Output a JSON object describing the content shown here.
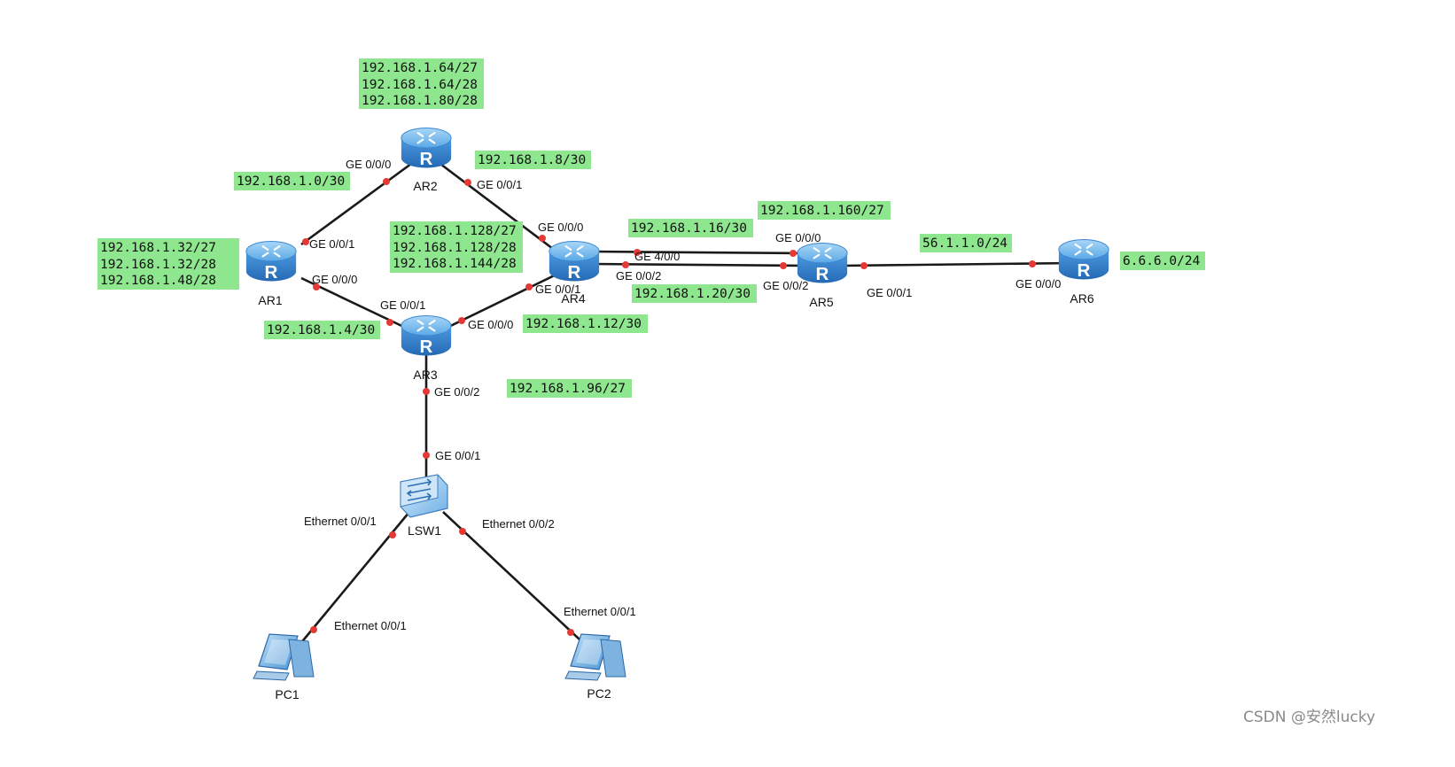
{
  "devices": {
    "ar1": {
      "label": "AR1",
      "type": "router-icon"
    },
    "ar2": {
      "label": "AR2",
      "type": "router-icon"
    },
    "ar3": {
      "label": "AR3",
      "type": "router-icon"
    },
    "ar4": {
      "label": "AR4",
      "type": "router-icon"
    },
    "ar5": {
      "label": "AR5",
      "type": "router-icon"
    },
    "ar6": {
      "label": "AR6",
      "type": "router-icon"
    },
    "lsw1": {
      "label": "LSW1",
      "type": "switch-icon"
    },
    "pc1": {
      "label": "PC1",
      "type": "pc-icon"
    },
    "pc2": {
      "label": "PC2",
      "type": "pc-icon"
    }
  },
  "ports": {
    "ar2_ge000": "GE 0/0/0",
    "ar2_ge001": "GE 0/0/1",
    "ar1_ge001": "GE 0/0/1",
    "ar1_ge000": "GE 0/0/0",
    "ar3_ge001": "GE 0/0/1",
    "ar3_ge000": "GE 0/0/0",
    "ar3_ge002": "GE 0/0/2",
    "ar4_ge000": "GE 0/0/0",
    "ar4_ge001": "GE 0/0/1",
    "ar4_ge400": "GE 4/0/0",
    "ar4_ge002": "GE 0/0/2",
    "ar5_ge000": "GE 0/0/0",
    "ar5_ge002": "GE 0/0/2",
    "ar5_ge001": "GE 0/0/1",
    "ar6_ge000": "GE 0/0/0",
    "lsw1_ge001": "GE 0/0/1",
    "lsw1_eth001": "Ethernet 0/0/1",
    "lsw1_eth002": "Ethernet 0/0/2",
    "pc1_eth001": "Ethernet 0/0/1",
    "pc2_eth001": "Ethernet 0/0/1"
  },
  "subnets": {
    "ar2_lan": [
      "192.168.1.64/27",
      "192.168.1.64/28",
      "192.168.1.80/28"
    ],
    "ar1_ar2": [
      "192.168.1.0/30"
    ],
    "ar2_ar4": [
      "192.168.1.8/30"
    ],
    "ar1_lan": [
      "192.168.1.32/27",
      "192.168.1.32/28",
      "192.168.1.48/28"
    ],
    "ar4_lan": [
      "192.168.1.128/27",
      "192.168.1.128/28",
      "192.168.1.144/28"
    ],
    "ar4_ar5_a": [
      "192.168.1.16/30"
    ],
    "ar5_lan": [
      "192.168.1.160/27"
    ],
    "ar4_ar5_b": [
      "192.168.1.20/30"
    ],
    "ar5_ar6": [
      "56.1.1.0/24"
    ],
    "ar6_lan": [
      "6.6.6.0/24"
    ],
    "ar1_ar3": [
      "192.168.1.4/30"
    ],
    "ar3_ar4": [
      "192.168.1.12/30"
    ],
    "ar3_lan": [
      "192.168.1.96/27"
    ]
  },
  "watermark": "CSDN @安然lucky",
  "colors": {
    "subnet_highlight": "#8ee68e",
    "port_dot": "#e53935",
    "router_blue": "#3f8fd6",
    "link": "#1a1a1a"
  }
}
